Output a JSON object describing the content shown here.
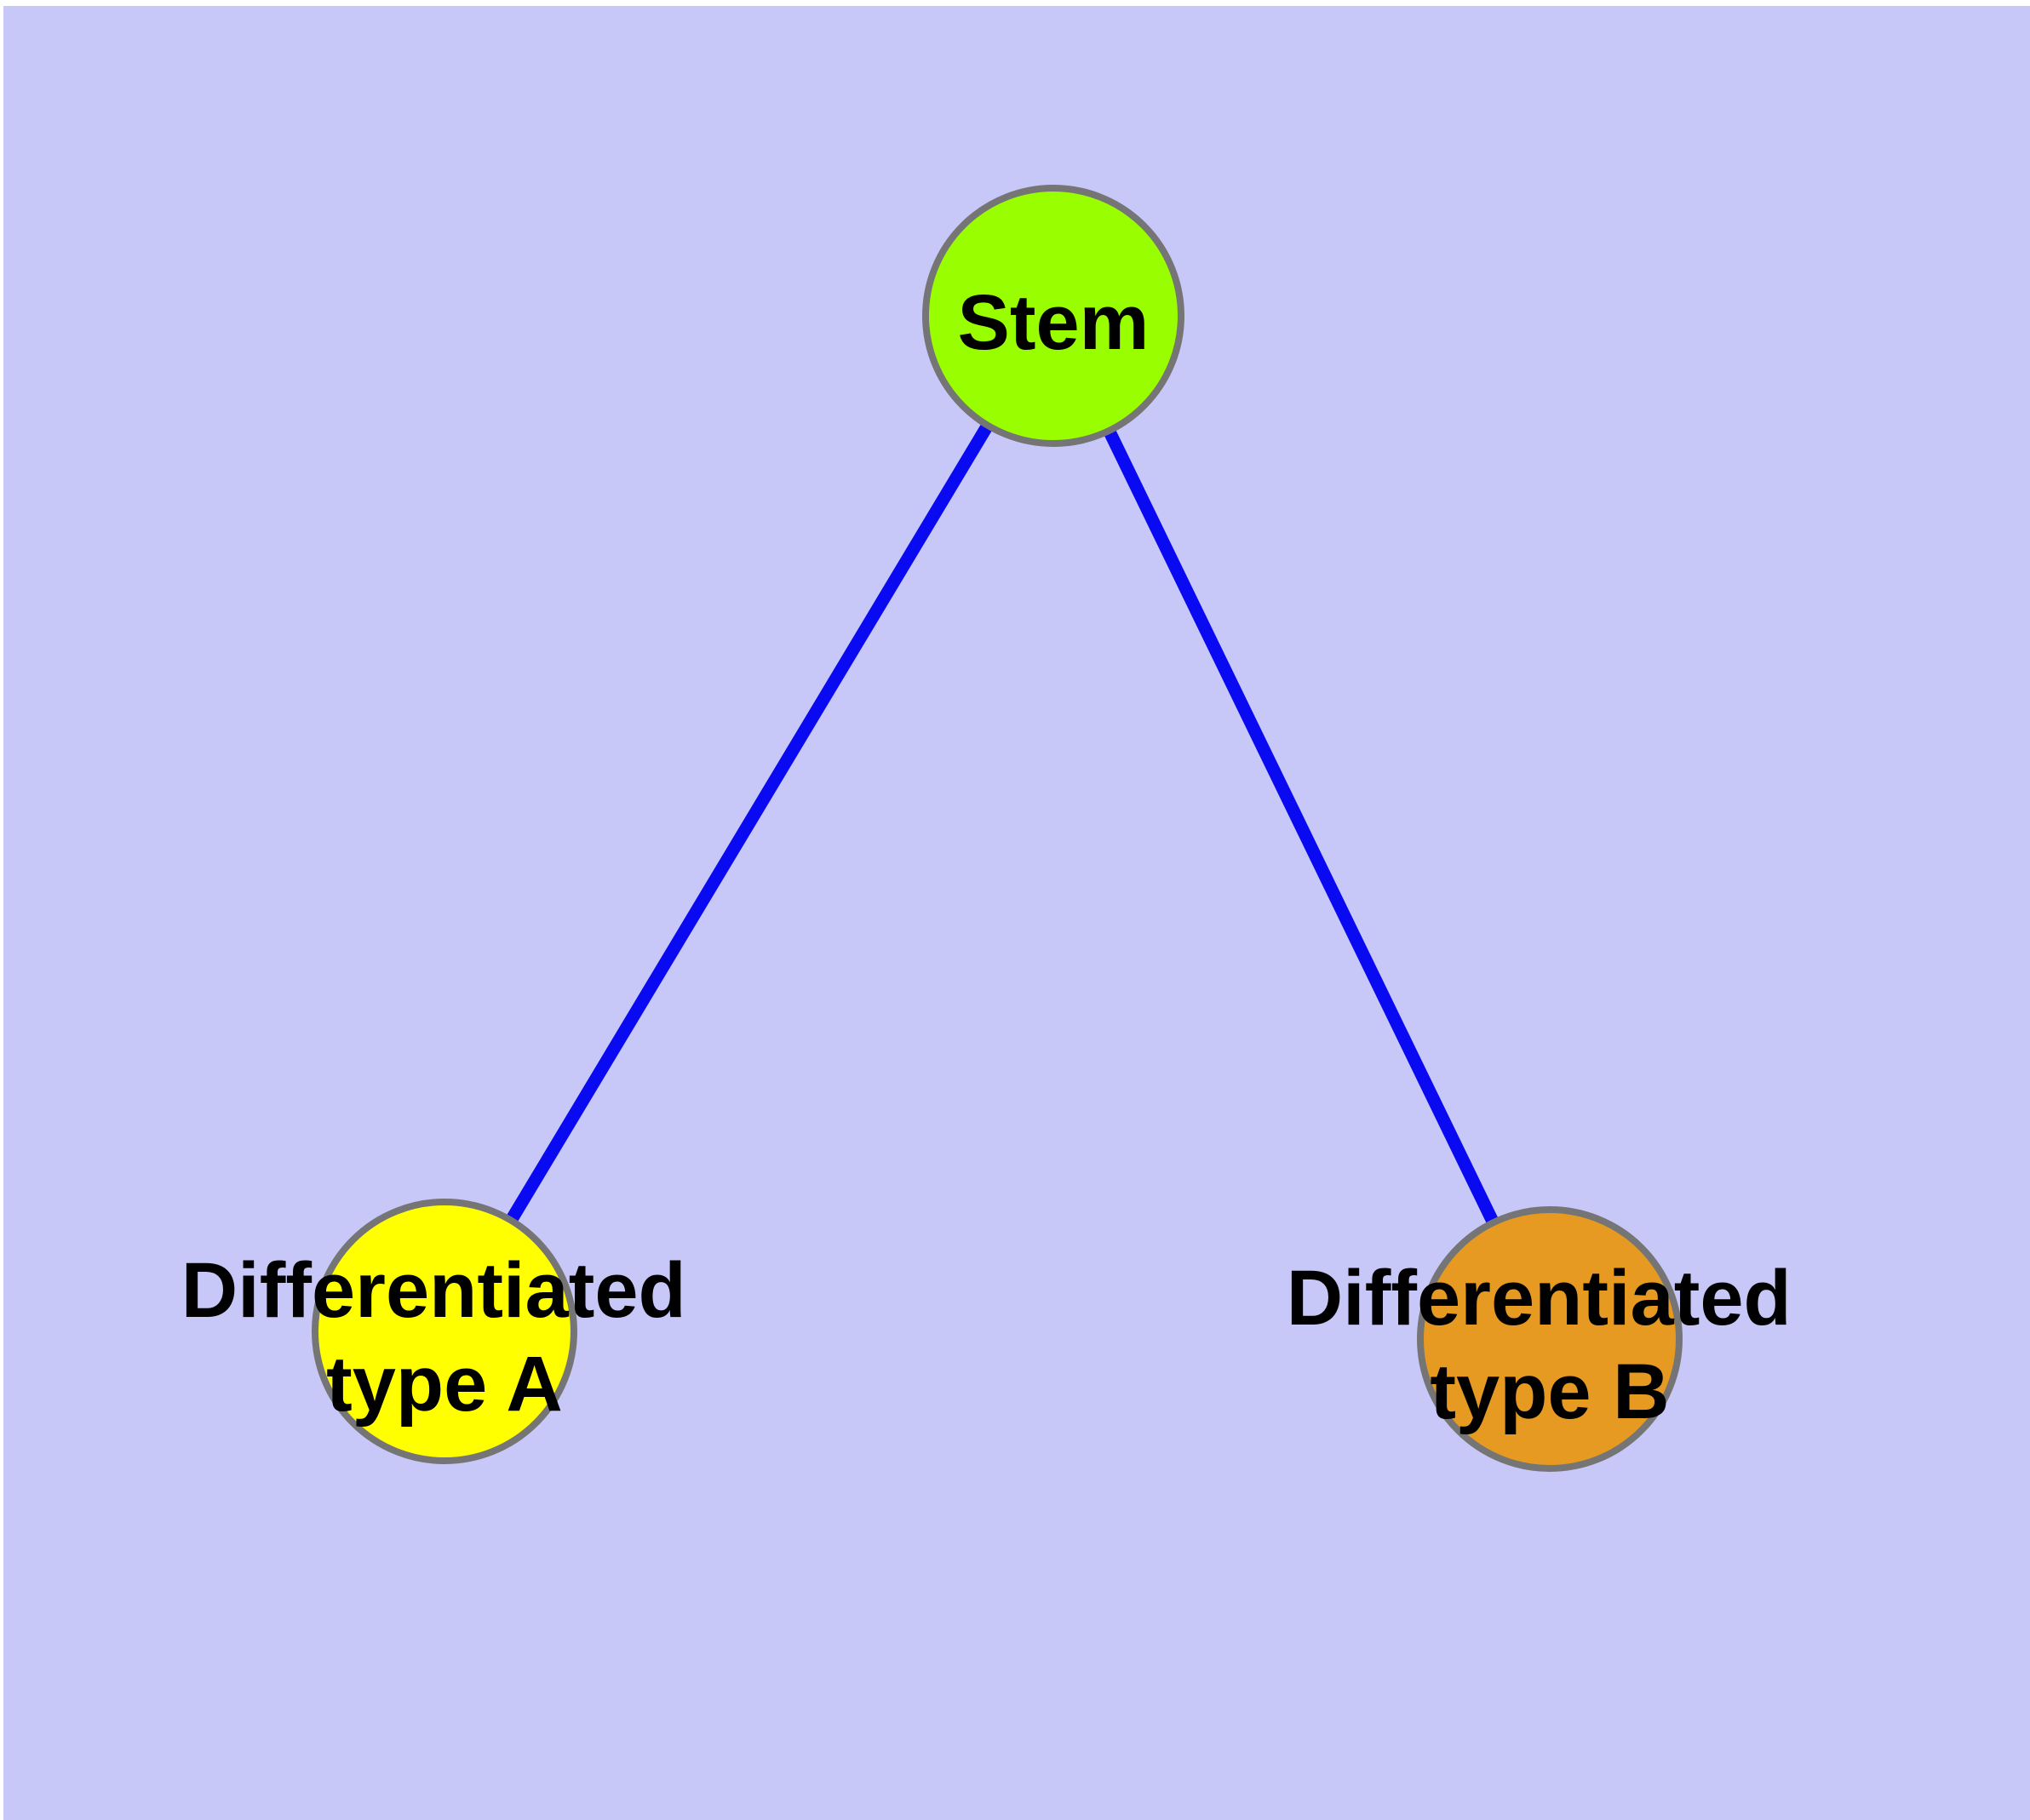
{
  "canvas": {
    "margin_color": "#ffffff",
    "background_color": "#c8c8f8"
  },
  "diagram": {
    "title": "",
    "nodes": [
      {
        "id": "stem",
        "label": "Stem",
        "fill_color": "#99fe00",
        "border_color": "#757575"
      },
      {
        "id": "differentiated-type-a",
        "label_lines": [
          "Differentiated",
          "type A"
        ],
        "fill_color": "#ffff00",
        "border_color": "#757575"
      },
      {
        "id": "differentiated-type-b",
        "label_lines": [
          "Differentiated",
          "type B"
        ],
        "fill_color": "#e69a21",
        "border_color": "#757575"
      }
    ],
    "edges": [
      {
        "from": "Stem",
        "to": "Differentiated type A",
        "color": "#0a0af2"
      },
      {
        "from": "Stem",
        "to": "Differentiated type B",
        "color": "#0a0af2"
      }
    ]
  }
}
